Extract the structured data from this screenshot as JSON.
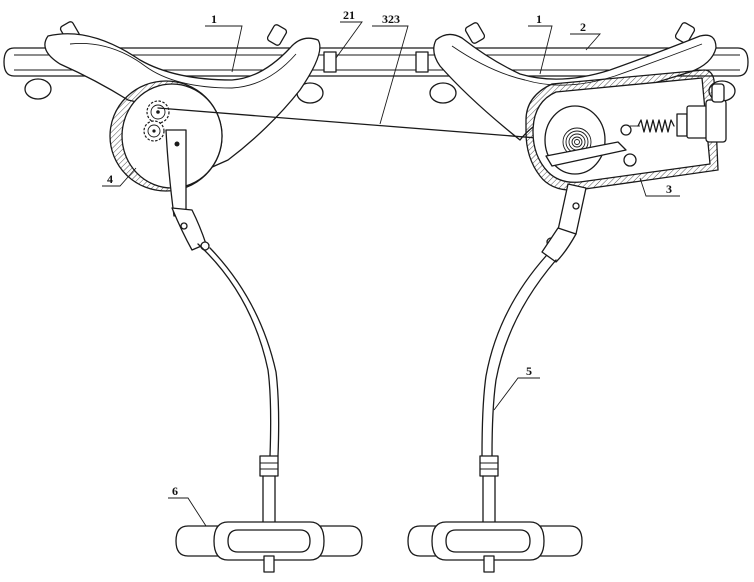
{
  "labels": {
    "l1a": "1",
    "l21": "21",
    "l323": "323",
    "l1b": "1",
    "l2": "2",
    "l3": "3",
    "l4": "4",
    "l5": "5",
    "l6": "6"
  }
}
